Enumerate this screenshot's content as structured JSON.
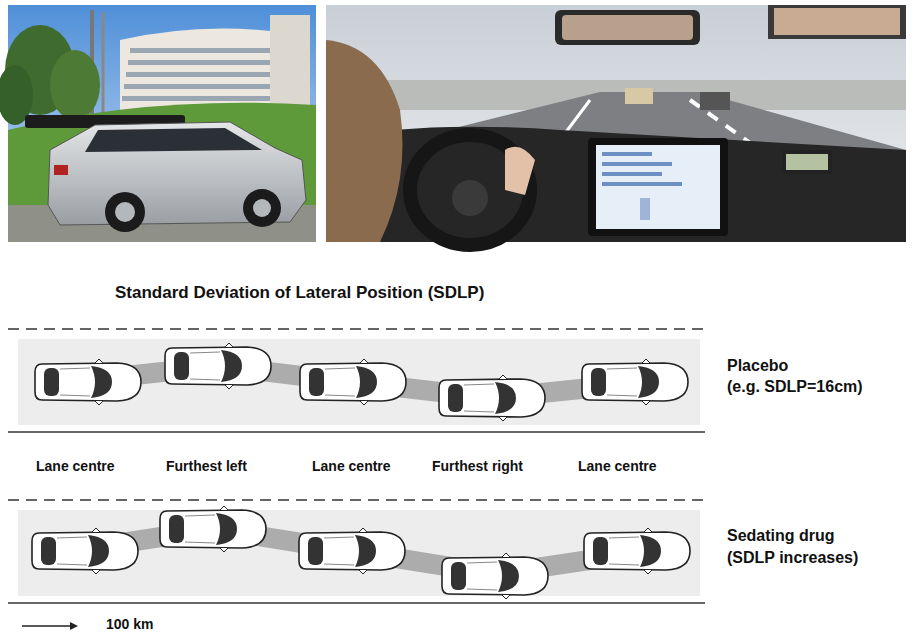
{
  "diagram": {
    "title": "Standard Deviation of Lateral Position (SDLP)",
    "labels": [
      "Lane centre",
      "Furthest left",
      "Lane centre",
      "Furthest right",
      "Lane centre",
      "Placebo",
      "(e.g. SDLP=16cm)",
      "Sedating drug",
      "(SDLP increases)",
      "100 km"
    ]
  }
}
